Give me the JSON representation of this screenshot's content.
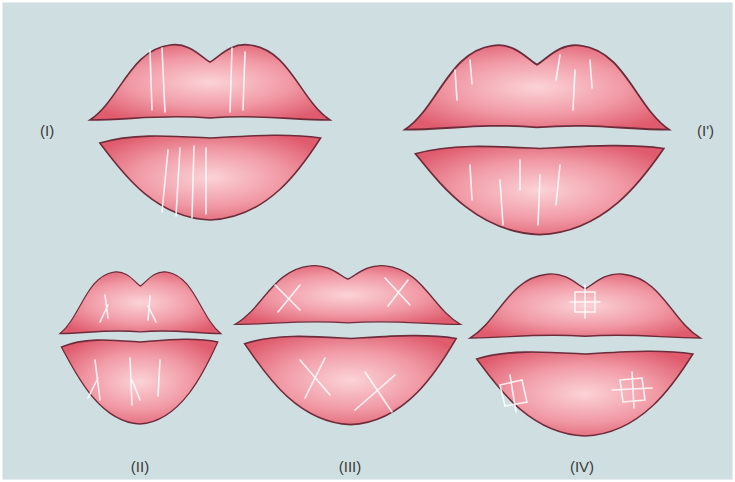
{
  "diagram": {
    "labels": [
      "(I)",
      "(I')",
      "(II)",
      "(III)",
      "(IV)"
    ]
  }
}
